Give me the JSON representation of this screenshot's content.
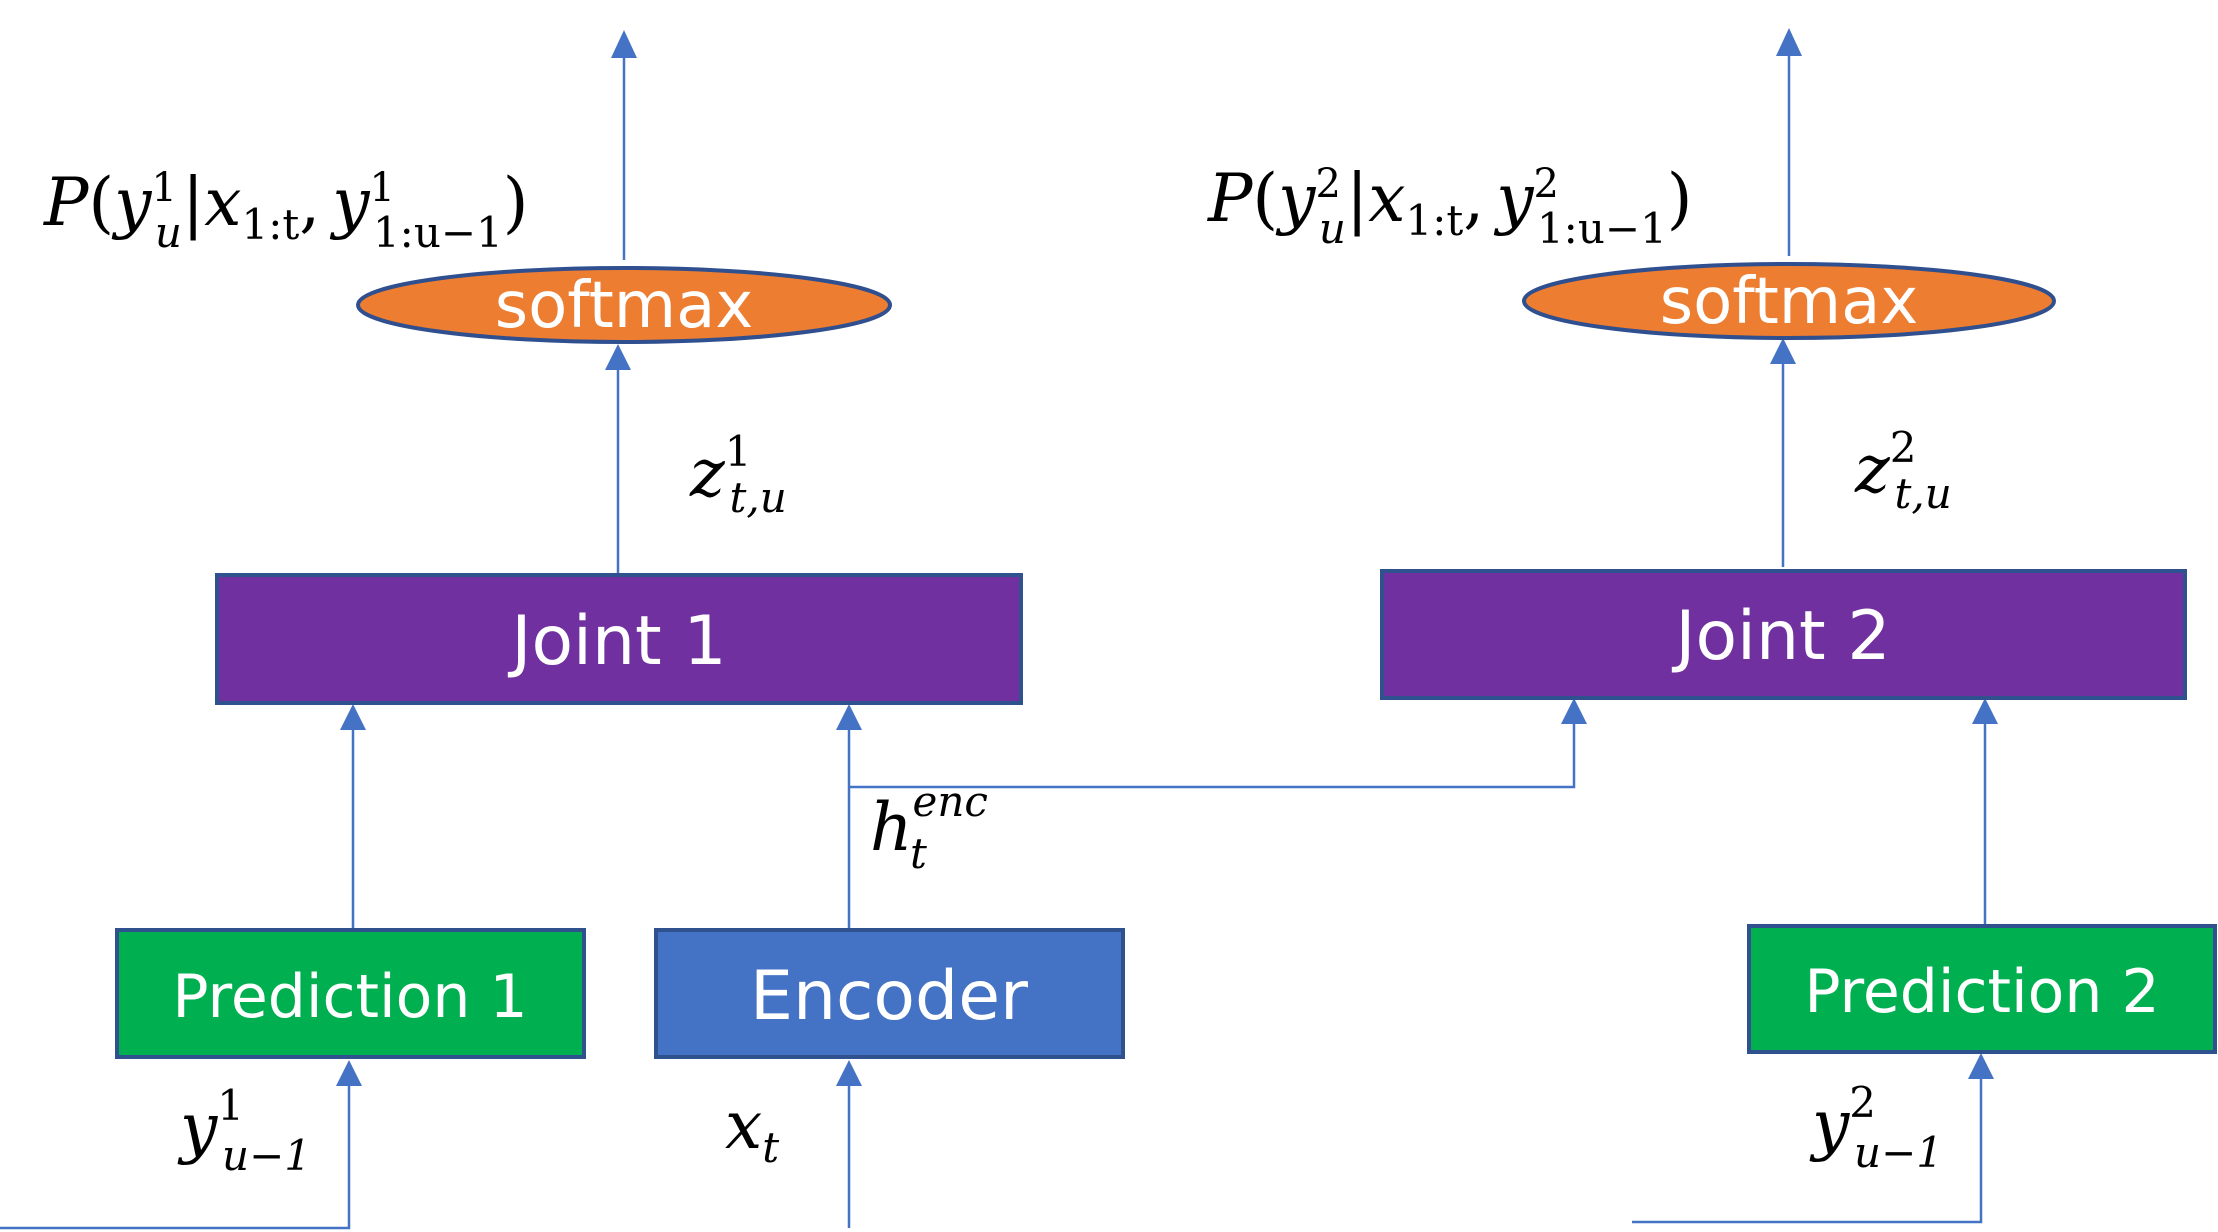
{
  "colors": {
    "arrow": "#4472c4",
    "softmax_fill": "#ed7d31",
    "softmax_stroke": "#2f4f8f",
    "joint_fill": "#7030a0",
    "prediction_fill": "#00b050",
    "encoder_fill": "#4472c4",
    "box_stroke": "#2f528f",
    "box_text": "#ffffff"
  },
  "blocks": {
    "softmax1": "softmax",
    "softmax2": "softmax",
    "joint1": "Joint 1",
    "joint2": "Joint 2",
    "prediction1": "Prediction 1",
    "prediction2": "Prediction 2",
    "encoder": "Encoder"
  },
  "labels": {
    "output1": {
      "P": "P",
      "y": "y",
      "sup": "1",
      "sub": "u",
      "bar": "|",
      "x": "x",
      "xsub": "1:t",
      "comma": ",",
      "y2": "y",
      "y2sup": "1",
      "y2sub": "1:u−1",
      "open": "(",
      "close": ")"
    },
    "output2": {
      "P": "P",
      "y": "y",
      "sup": "2",
      "sub": "u",
      "bar": "|",
      "x": "x",
      "xsub": "1:t",
      "comma": ",",
      "y2": "y",
      "y2sup": "2",
      "y2sub": "1:u−1",
      "open": "(",
      "close": ")"
    },
    "z1": {
      "base": "z",
      "sup": "1",
      "sub": "t,u"
    },
    "z2": {
      "base": "z",
      "sup": "2",
      "sub": "t,u"
    },
    "h": {
      "base": "h",
      "sup": "enc",
      "sub": "t"
    },
    "x": {
      "base": "x",
      "sub": "t"
    },
    "y1": {
      "base": "y",
      "sup": "1",
      "sub": "u−1"
    },
    "y2": {
      "base": "y",
      "sup": "2",
      "sub": "u−1"
    }
  }
}
